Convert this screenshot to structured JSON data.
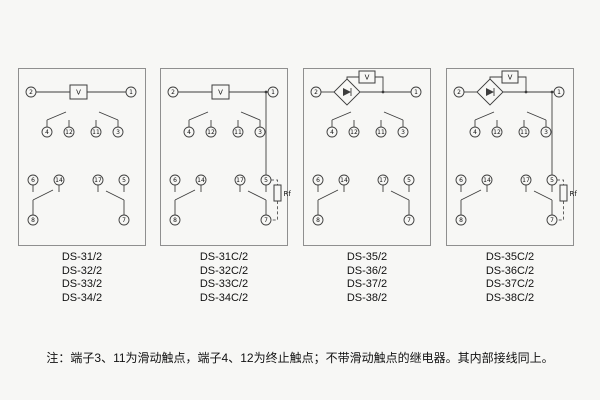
{
  "note": "注：端子3、11为滑动触点，端子4、12为终止触点；不带滑动触点的继电器。其内部接线同上。",
  "panels": [
    {
      "element_label": "V",
      "terminals": [
        "2",
        "1",
        "4",
        "12",
        "11",
        "3",
        "6",
        "14",
        "17",
        "5",
        "8",
        "7"
      ],
      "models": [
        "DS-31/2",
        "DS-32/2",
        "DS-33/2",
        "DS-34/2"
      ]
    },
    {
      "element_label": "V",
      "resistor_label": "Rf",
      "terminals": [
        "2",
        "1",
        "4",
        "12",
        "11",
        "3",
        "6",
        "14",
        "17",
        "5",
        "8",
        "7"
      ],
      "models": [
        "DS-31C/2",
        "DS-32C/2",
        "DS-33C/2",
        "DS-34C/2"
      ]
    },
    {
      "element_label": "V",
      "terminals": [
        "2",
        "1",
        "4",
        "12",
        "11",
        "3",
        "6",
        "14",
        "17",
        "5",
        "8",
        "7"
      ],
      "models": [
        "DS-35/2",
        "DS-36/2",
        "DS-37/2",
        "DS-38/2"
      ]
    },
    {
      "element_label": "V",
      "resistor_label": "Rf",
      "terminals": [
        "2",
        "1",
        "4",
        "12",
        "11",
        "3",
        "6",
        "14",
        "17",
        "5",
        "8",
        "7"
      ],
      "models": [
        "DS-35C/2",
        "DS-36C/2",
        "DS-37C/2",
        "DS-38C/2"
      ]
    }
  ]
}
